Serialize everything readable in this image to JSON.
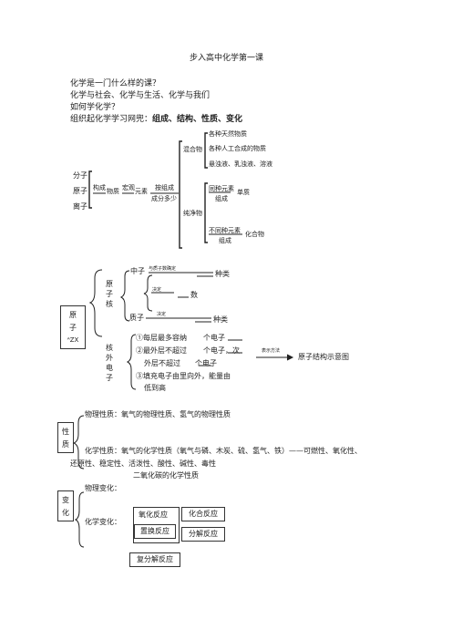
{
  "title": "步入高中化学第一课",
  "intro": {
    "q1": "化学是一门什么样的课？",
    "q2": "化学与社会、化学与生活、化学与我们",
    "q3": "如何学化学？",
    "q4_prefix": "组织起化学学习网兜：",
    "q4_bold": "组成、结构、性质、变化"
  },
  "matter": {
    "particles": [
      "分子",
      "原子",
      "离子"
    ],
    "make_up": "构成",
    "substance": "物质",
    "macro": "宏观",
    "element": "元素",
    "composition": "按组成",
    "composition2": "成分多少",
    "mixture": "混合物",
    "mixture_items": [
      "各种天然物质",
      "各种人工合成的物质",
      "悬浊液、乳浊液、溶液"
    ],
    "pure": "纯净物",
    "same_element": "同种元素",
    "compose1": "组成",
    "simple": "单质",
    "diff_element": "不同种元素",
    "compose2": "组成",
    "compound": "化合物"
  },
  "atom": {
    "box_chars": [
      "原",
      "子"
    ],
    "box_symbol": "ᴬZX",
    "nucleus": [
      "原",
      "子",
      "核"
    ],
    "neutron": "中子",
    "neutron_note": "与质子数确定",
    "neutron_tail": "种类",
    "decide1": "决定",
    "decide1_tail": "数",
    "proton": "质子",
    "decide2": "决定",
    "proton_tail": "种类",
    "shell": [
      "核",
      "外",
      "电",
      "子"
    ],
    "rule1": "①每层最多容纳",
    "rule1_tail": "个电子",
    "rule2": "②最外层不超过",
    "rule2_tail": "个电子，次",
    "rule2_cont": "外层不超过",
    "rule2_cont_tail": "个电子",
    "rule3": "③填充电子由里向外，能量由",
    "rule3_cont": "低到高",
    "represent": "表示方法",
    "diagram": "原子结构示意图"
  },
  "property": {
    "box": [
      "性",
      "质"
    ],
    "physical": "物理性质：氧气的物理性质、氢气的物理性质",
    "chemical": "化学性质：氧气的化学性质（氧气与磷、木炭、硫、氢气、铁）——可燃性、氧化性、",
    "chemical_cont": "还原性、稳定性、活泼性、酸性、碱性、毒性",
    "co2": "二氧化碳的化学性质"
  },
  "change": {
    "box": [
      "变",
      "化"
    ],
    "physical": "物理变化：",
    "chemical": "化学变化：",
    "reactions": [
      "氧化反应",
      "化合反应",
      "置换反应",
      "分解反应",
      "复分解反应"
    ]
  }
}
